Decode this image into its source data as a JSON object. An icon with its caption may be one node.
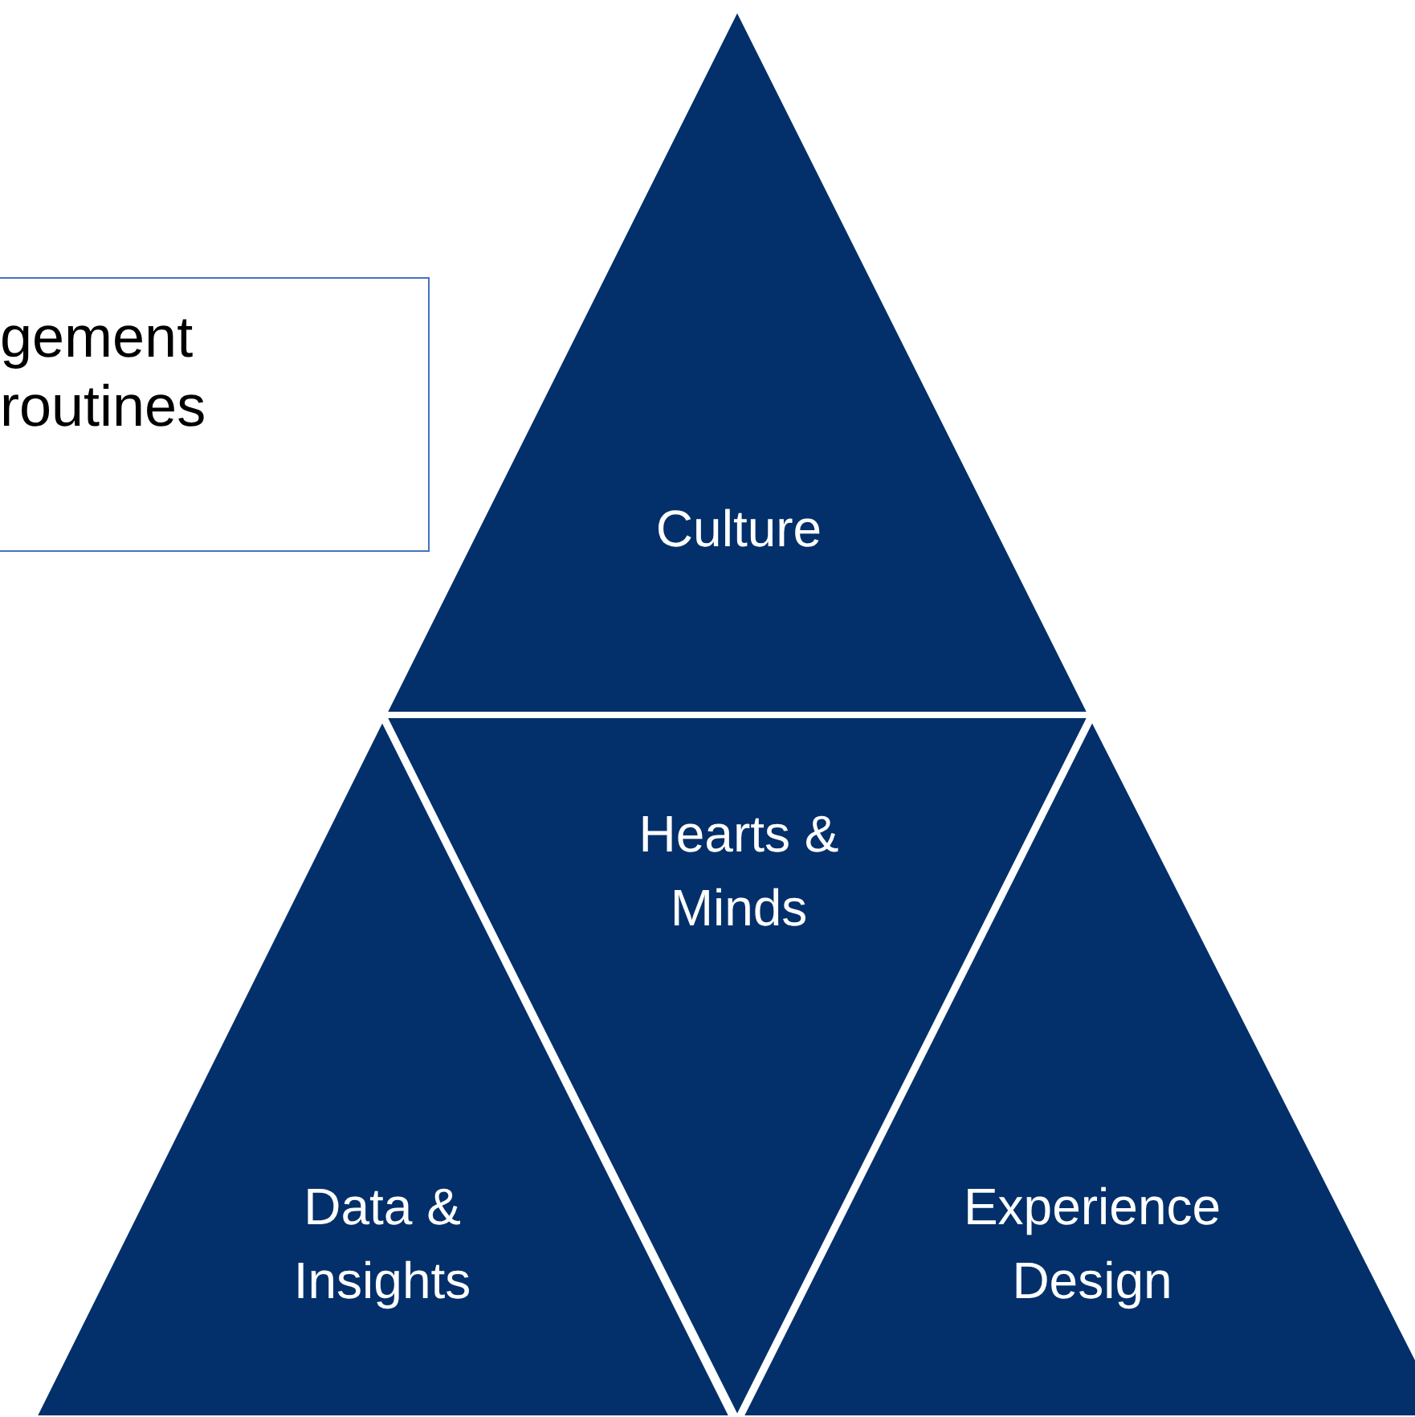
{
  "diagram": {
    "nodes": [
      {
        "text": [
          "gement routines"
        ]
      },
      {
        "text": [
          "Culture"
        ]
      },
      {
        "text": [
          "Hearts & Minds"
        ]
      },
      {
        "text": [
          "Data & Insights"
        ]
      },
      {
        "text": [
          "Experience Design"
        ]
      }
    ]
  }
}
